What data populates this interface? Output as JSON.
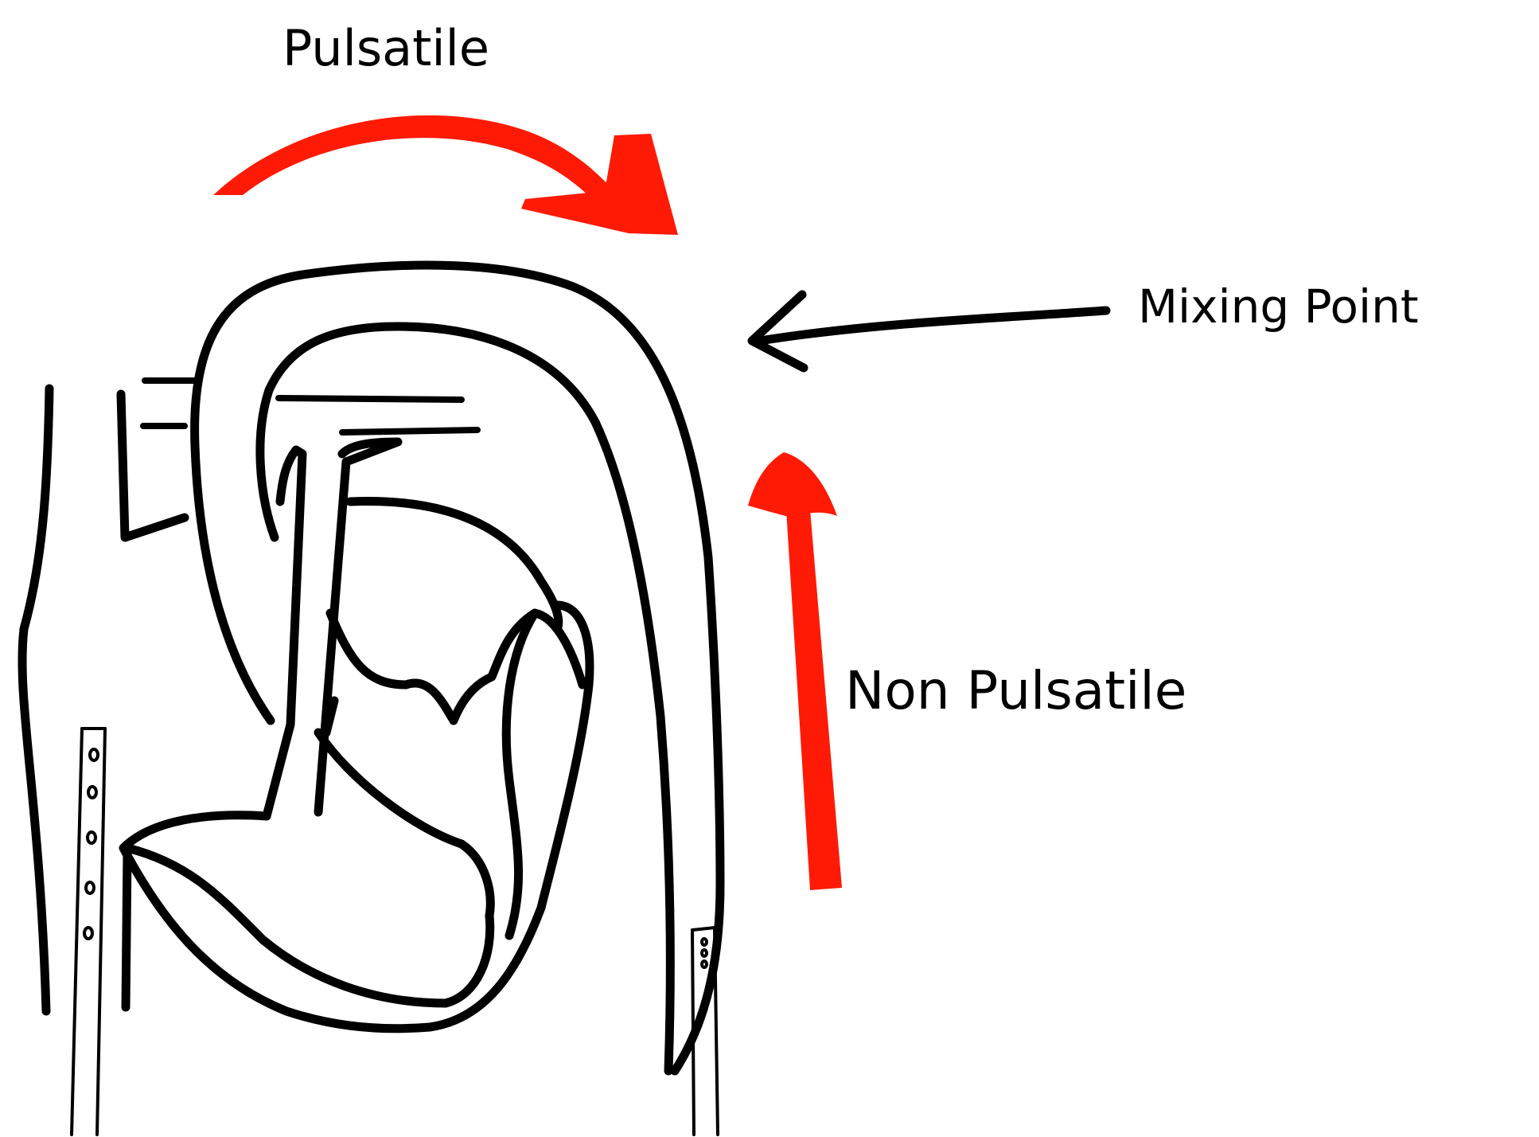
{
  "labels": {
    "pulsatile": "Pulsatile",
    "mixing_point": "Mixing Point",
    "non_pulsatile": "Non Pulsatile"
  },
  "colors": {
    "flow_arrow": "#ff1a05",
    "ink": "#000000",
    "background": "#ffffff"
  }
}
